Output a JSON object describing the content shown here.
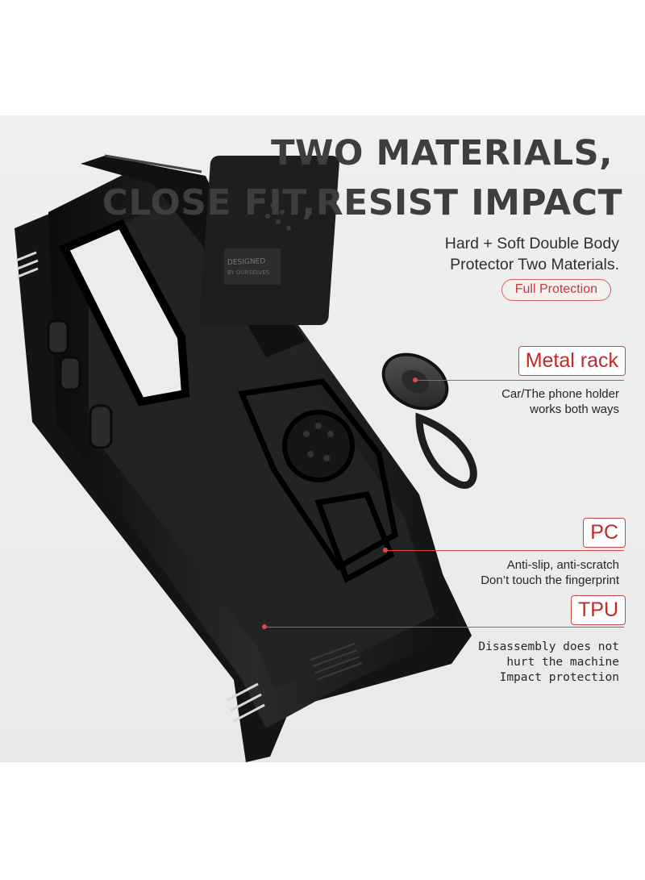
{
  "headline": {
    "line1": "TWO MATERIALS,",
    "line2": "CLOSE FIT,RESIST IMPACT"
  },
  "intro": {
    "line1": "Hard + Soft Double Body",
    "line2": "Protector Two Materials."
  },
  "badge": "Full Protection",
  "features": [
    {
      "label": "Metal rack",
      "desc": "Car/The phone holder\nworks both ways"
    },
    {
      "label": "PC",
      "desc": "Anti-slip, anti-scratch\nDon’t touch the fingerprint"
    },
    {
      "label": "TPU",
      "desc": "Disassembly does not\nhurt the machine\nImpact protection"
    }
  ],
  "colors": {
    "accent": "#c62828",
    "headline": "#3e3e3e",
    "case": "#1b1b1b",
    "background": "#eeeeee"
  },
  "case_art": {
    "logo_text": "DESIGNED\nBY OURSELVES",
    "icons": [
      "phone-case-back",
      "camera-slider",
      "ring-holder-icon"
    ]
  }
}
